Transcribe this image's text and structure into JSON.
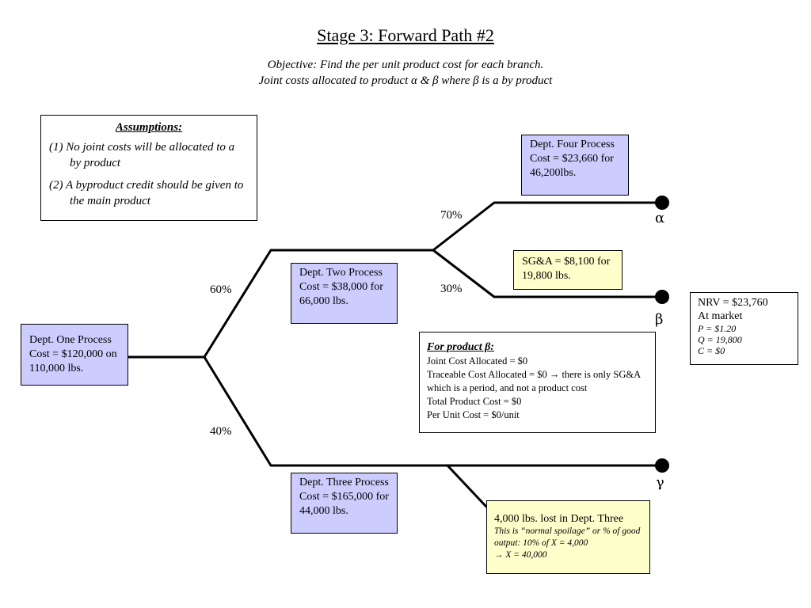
{
  "title": "Stage 3: Forward Path #2",
  "objective_line1": "Objective: Find the per unit product cost for each branch.",
  "objective_line2": "Joint costs allocated to product α & β where β is a by product",
  "assumptions": {
    "heading": "Assumptions:",
    "items": [
      "(1) No joint costs will be allocated to a by product",
      "(2) A byproduct credit should be given to the main product"
    ]
  },
  "dept_one": "Dept. One Process Cost = $120,000 on 110,000 lbs.",
  "dept_two": "Dept. Two Process Cost = $38,000 for 66,000 lbs.",
  "dept_three": "Dept. Three Process Cost = $165,000 for 44,000 lbs.",
  "dept_four": "Dept. Four Process Cost = $23,660 for 46,200lbs.",
  "sga": "SG&A = $8,100 for 19,800 lbs.",
  "percentages": {
    "upper": "60%",
    "lower": "40%",
    "alpha": "70%",
    "beta": "30%"
  },
  "endpoints": {
    "alpha": "α",
    "beta": "β",
    "gamma": "γ"
  },
  "nrv": {
    "line1": "NRV = $23,760",
    "line2": "At market",
    "p": "P = $1.20",
    "q": "Q = 19,800",
    "c": "C = $0"
  },
  "for_product": {
    "heading": "For product β:",
    "lines": [
      "Joint Cost Allocated = $0",
      "Traceable Cost Allocated = $0 → there is only SG&A which is a period, and not a product cost",
      "Total Product Cost = $0",
      "Per Unit Cost = $0/unit"
    ]
  },
  "spoilage": {
    "line1": "4,000 lbs. lost in Dept. Three",
    "line2": "This is “normal spoilage” or % of good output: 10% of X = 4,000",
    "line3": "→ X = 40,000"
  },
  "colors": {
    "dept_fill": "#ccccff",
    "note_fill": "#ffffcc",
    "line": "#000000"
  }
}
